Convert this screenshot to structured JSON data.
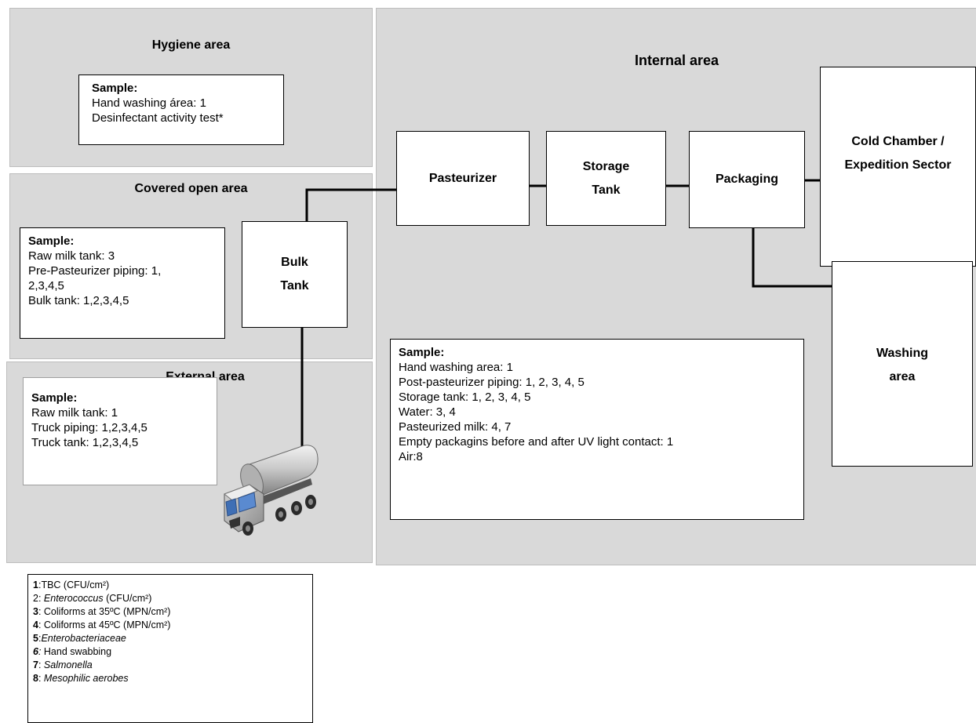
{
  "areas": {
    "hygiene": "Hygiene area",
    "covered": "Covered open area",
    "external": "External area",
    "internal": "Internal area"
  },
  "samples": {
    "hygiene": {
      "title": "Sample:",
      "lines": [
        "Hand washing área: 1",
        "Desinfectant activity test*"
      ]
    },
    "covered": {
      "title": "Sample:",
      "lines": [
        "Raw milk tank: 3",
        "Pre-Pasteurizer piping: 1,",
        "2,3,4,5",
        "Bulk tank: 1,2,3,4,5"
      ]
    },
    "external": {
      "title": "Sample:",
      "lines": [
        "Raw milk tank: 1",
        "Truck piping: 1,2,3,4,5",
        "Truck tank: 1,2,3,4,5"
      ]
    },
    "internal": {
      "title": "Sample:",
      "lines": [
        "Hand washing area: 1",
        "Post-pasteurizer piping: 1, 2, 3, 4, 5",
        "Storage tank: 1, 2, 3, 4, 5",
        "Water: 3, 4",
        "Pasteurized milk: 4, 7",
        "Empty packagins before and after UV light contact: 1",
        "Air:8"
      ]
    }
  },
  "nodes": {
    "bulk_tank": [
      "Bulk",
      "Tank"
    ],
    "pasteurizer": [
      "Pasteurizer"
    ],
    "storage_tank": [
      "Storage",
      "Tank"
    ],
    "packaging": [
      "Packaging"
    ],
    "cold_chamber": [
      "Cold Chamber /",
      "Expedition Sector"
    ],
    "washing_area": [
      "Washing",
      "area"
    ]
  },
  "legend": [
    {
      "key": "1",
      "sep": ":",
      "text": "TBC (CFU/cm²)",
      "italic_text": "",
      "rest": ""
    },
    {
      "key": "2",
      "sep": ": ",
      "text": "",
      "italic_text": "Enterococcus",
      "rest": " (CFU/cm²)"
    },
    {
      "key": "3",
      "sep": ": ",
      "text": "Coliforms at 35ºC (MPN/cm²)",
      "italic_text": "",
      "rest": ""
    },
    {
      "key": "4",
      "sep": ": ",
      "text": "Coliforms at 45ºC (MPN/cm²)",
      "italic_text": "",
      "rest": ""
    },
    {
      "key": "5",
      "sep": ":",
      "text": "",
      "italic_text": "Enterobacteriaceae",
      "rest": ""
    },
    {
      "key": "6",
      "sep": ": ",
      "text": "Hand swabbing",
      "italic_text": "",
      "rest": ""
    },
    {
      "key": "7",
      "sep": ": ",
      "text": "",
      "italic_text": "Salmonella",
      "rest": ""
    },
    {
      "key": "8",
      "sep": ": ",
      "text": "",
      "italic_text": "Mesophilic aerobes",
      "rest": ""
    }
  ],
  "colors": {
    "area_fill": "#d9d9d9",
    "box_fill": "#ffffff",
    "line": "#000000"
  },
  "icons": {
    "truck": "milk-tanker-truck-icon"
  }
}
